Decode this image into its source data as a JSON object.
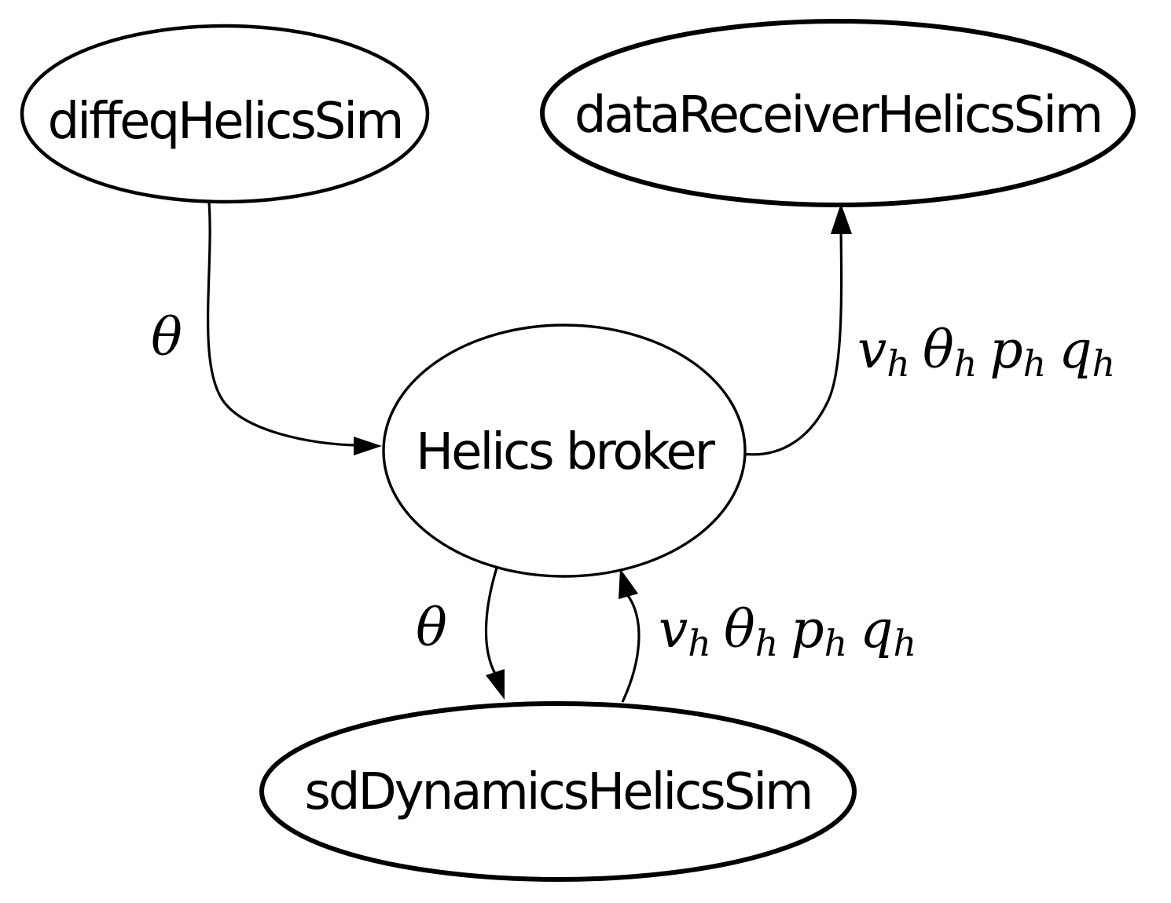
{
  "diagram": {
    "background": "#ffffff",
    "stroke_color": "#000000",
    "text_color": "#000000",
    "nodes": {
      "diffeq": {
        "label": "diffeqHelicsSim"
      },
      "data_receiver": {
        "label": "dataReceiverHelicsSim"
      },
      "broker": {
        "label": "Helics broker"
      },
      "sd_dynamics": {
        "label": "sdDynamicsHelicsSim"
      }
    },
    "edges": {
      "diffeq_to_broker": {
        "from": "diffeqHelicsSim",
        "to": "Helics broker",
        "label": "θ"
      },
      "broker_to_data_receiver": {
        "from": "Helics broker",
        "to": "dataReceiverHelicsSim",
        "label_parts": [
          {
            "main": "v",
            "sub": "h"
          },
          {
            "main": "θ",
            "sub": "h"
          },
          {
            "main": "p",
            "sub": "h"
          },
          {
            "main": "q",
            "sub": "h"
          }
        ]
      },
      "broker_to_sd_dynamics": {
        "from": "Helics broker",
        "to": "sdDynamicsHelicsSim",
        "label": "θ"
      },
      "sd_dynamics_to_broker": {
        "from": "sdDynamicsHelicsSim",
        "to": "Helics broker",
        "label_parts": [
          {
            "main": "v",
            "sub": "h"
          },
          {
            "main": "θ",
            "sub": "h"
          },
          {
            "main": "p",
            "sub": "h"
          },
          {
            "main": "q",
            "sub": "h"
          }
        ]
      }
    }
  }
}
